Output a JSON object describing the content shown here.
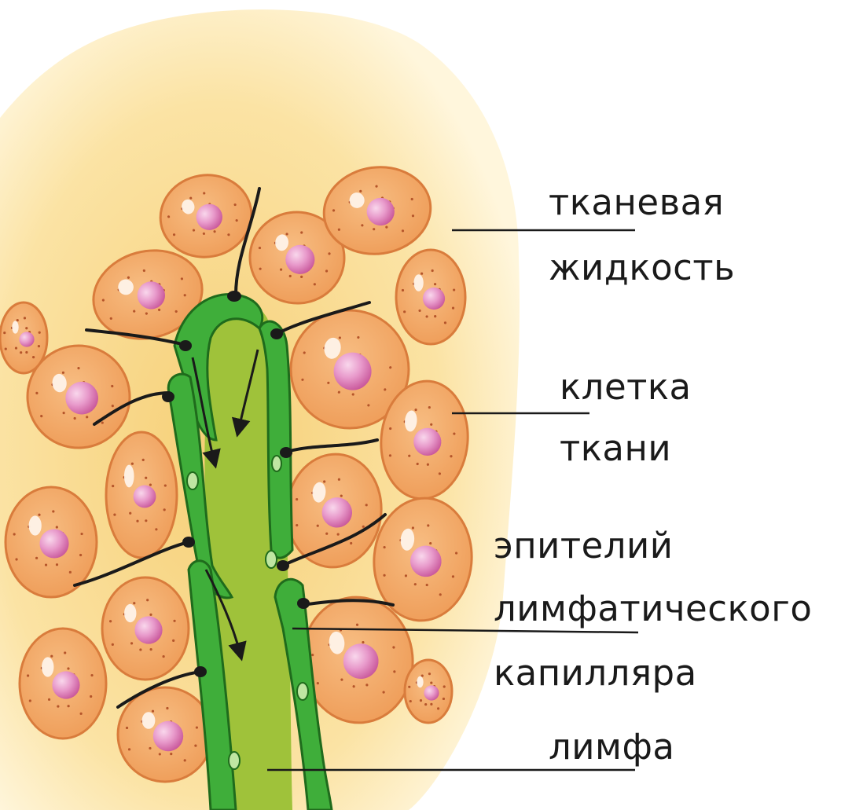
{
  "labels": {
    "tissue_fluid": {
      "line1": "тканевая",
      "line2": "жидкость"
    },
    "tissue_cell": {
      "line1": "клетка",
      "line2": "ткани"
    },
    "epithelium": {
      "line1": "эпителий",
      "line2": "лимфатического",
      "line3": "капилляра"
    },
    "lymph": {
      "line1": "лимфа"
    }
  },
  "colors": {
    "background_fluid": "#fbe3a4",
    "cell_fill": "#f2a868",
    "cell_outline": "#e08a4a",
    "nucleus": "#e58fbf",
    "capillary_wall": "#3fae3a",
    "lymph": "#9fc23a",
    "leader_line": "#1a1a1a"
  }
}
